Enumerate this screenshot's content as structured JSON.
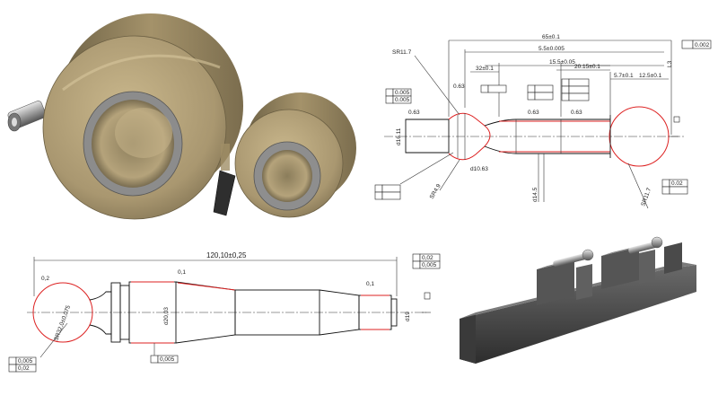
{
  "drawing1": {
    "dim_overall": "65±0.1",
    "dim_second": "5.5±0.005",
    "dim_third": "15.5±0.05",
    "dim_fourth": "32±0.1",
    "dim_fifth": "20.15±0.1",
    "dim_sixth": "5.7±0.1",
    "dim_seventh": "12.5±0.1",
    "tol_1": "0.002",
    "tol_2": "0.005",
    "tol_3": "0.005",
    "radius_1": "SR11.7",
    "radius_2": "0.63",
    "rough_1": "0.63",
    "rough_2": "0.63",
    "rough_3": "0.63",
    "diam_1": "d16.11",
    "diam_2": "d10.63",
    "diam_3": "d14.5",
    "right_note": "L3",
    "sr_right": "SR11.7",
    "bottom_dim": "SR4.9",
    "right_tol": "0.02"
  },
  "drawing2": {
    "overall": "120,10±0,25",
    "tol_top_1": "0,02",
    "tol_top_2": "0,005",
    "rough_1": "0,2",
    "rough_2": "0,1",
    "rough_3": "0,1",
    "sr_left": "SR32,0±0,075",
    "diam_mid": "d20,03",
    "tol_left_1": "0,005",
    "tol_left_2": "0,02",
    "tol_bottom": "0,005",
    "right_diam": "d19"
  },
  "colors": {
    "wheel": "#a99770",
    "wheel_dark": "#776a4c",
    "wheel_light": "#c8b78c",
    "steel": "#a9a9a9",
    "fixture": "#4b4b4b",
    "red_line": "#dd2222"
  }
}
